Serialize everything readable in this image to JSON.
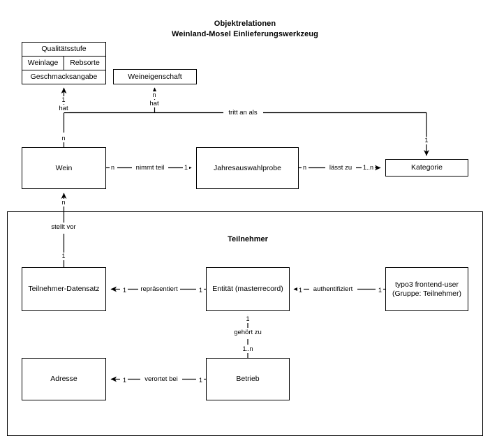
{
  "diagram": {
    "title_line1": "Objektrelationen",
    "title_line2": "Weinland-Mosel Einlieferungswerkzeug",
    "type": "entity-relationship",
    "colors": {
      "stroke": "#000000",
      "fill": "#ffffff",
      "text": "#000000"
    }
  },
  "entities": [
    {
      "id": "qualitaetsstufe",
      "label": "Qualitätsstufe"
    },
    {
      "id": "weinlage",
      "label": "Weinlage"
    },
    {
      "id": "rebsorte",
      "label": "Rebsorte"
    },
    {
      "id": "geschmacksangabe",
      "label": "Geschmacksangabe"
    },
    {
      "id": "weineigenschaft",
      "label": "Weineigenschaft"
    },
    {
      "id": "wein",
      "label": "Wein"
    },
    {
      "id": "jahresauswahlprobe",
      "label": "Jahresauswahlprobe"
    },
    {
      "id": "kategorie",
      "label": "Kategorie"
    },
    {
      "id": "teilnehmer_datensatz",
      "label": "Teilnehmer-Datensatz"
    },
    {
      "id": "entitaet",
      "label": "Entität (masterrecord)"
    },
    {
      "id": "typo3_user_line1",
      "label": "typo3 frontend-user"
    },
    {
      "id": "typo3_user_line2",
      "label": "(Gruppe: Teilnehmer)"
    },
    {
      "id": "adresse",
      "label": "Adresse"
    },
    {
      "id": "betrieb",
      "label": "Betrieb"
    }
  ],
  "group": {
    "id": "teilnehmer_group",
    "label": "Teilnehmer"
  },
  "relations": [
    {
      "id": "wein_hat_qualitaet",
      "label": "hat",
      "from_card": "n",
      "to_card": "1"
    },
    {
      "id": "wein_hat_weineigenschaft",
      "label": "hat",
      "to_card": "n"
    },
    {
      "id": "wein_nimmt_teil",
      "label": "nimmt teil",
      "from_card": "n",
      "to_card": "1"
    },
    {
      "id": "probe_laesst_zu",
      "label": "lässt zu",
      "from_card": "n",
      "to_card": "1..n"
    },
    {
      "id": "tritt_an_als",
      "label": "tritt an als",
      "to_card": "1"
    },
    {
      "id": "stellt_vor",
      "label": "stellt vor",
      "from_card": "1",
      "to_card": "n"
    },
    {
      "id": "repraesentiert",
      "label": "repräsentiert",
      "from_card": "1",
      "to_card": "1"
    },
    {
      "id": "authentifiziert",
      "label": "authentifiziert",
      "from_card": "1",
      "to_card": "1"
    },
    {
      "id": "gehoert_zu",
      "label": "gehört zu",
      "from_card": "1..n",
      "to_card": "1"
    },
    {
      "id": "verortet_bei",
      "label": "verortet bei",
      "from_card": "1",
      "to_card": "1"
    }
  ]
}
